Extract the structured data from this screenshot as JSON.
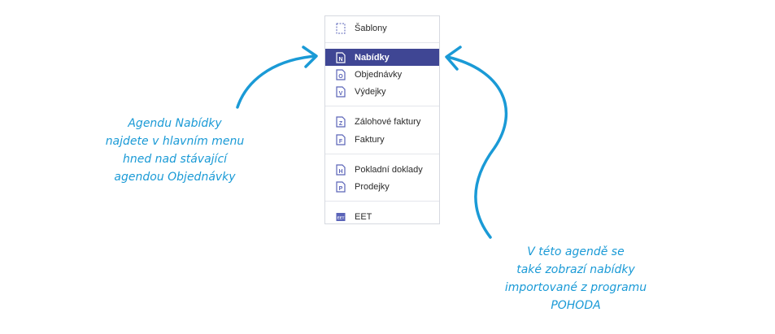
{
  "menu": {
    "items": [
      {
        "label": "Šablony",
        "icon": "template-icon",
        "active": false
      },
      {
        "label": "Nabídky",
        "icon": "document-n-icon",
        "active": true
      },
      {
        "label": "Objednávky",
        "icon": "document-o-icon",
        "active": false
      },
      {
        "label": "Výdejky",
        "icon": "document-v-icon",
        "active": false
      },
      {
        "label": "Zálohové faktury",
        "icon": "document-z-icon",
        "active": false
      },
      {
        "label": "Faktury",
        "icon": "document-f-icon",
        "active": false
      },
      {
        "label": "Pokladní doklady",
        "icon": "document-h-icon",
        "active": false
      },
      {
        "label": "Prodejky",
        "icon": "document-p-icon",
        "active": false
      },
      {
        "label": "EET",
        "icon": "eet-icon",
        "active": false
      }
    ]
  },
  "annotations": {
    "left": [
      "Agendu Nabídky",
      "najdete v hlavním menu",
      "hned nad stávající",
      "agendou Objednávky"
    ],
    "right": [
      "V této agendě se",
      "také zobrazí nabídky",
      "importované z programu",
      "POHODA"
    ]
  },
  "colors": {
    "accent": "#3f4694",
    "annotation": "#1a9ad6",
    "icon": "#5a63b8"
  }
}
